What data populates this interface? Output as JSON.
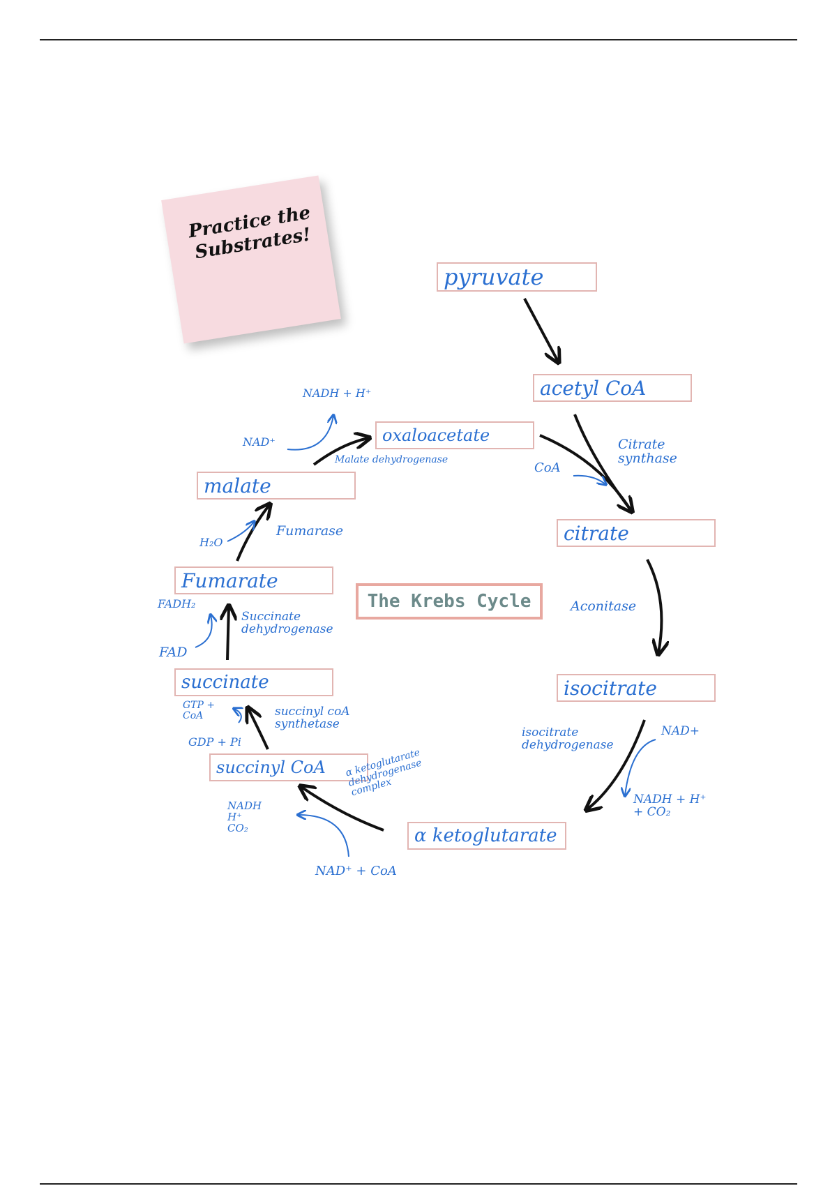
{
  "note": {
    "text": "Practice the Substrates!"
  },
  "title": "The Krebs Cycle",
  "substrates": {
    "pyruvate": "pyruvate",
    "acetyl_coa": "acetyl CoA",
    "oxaloacetate": "oxaloacetate",
    "citrate": "citrate",
    "malate": "malate",
    "fumarate": "Fumarate",
    "isocitrate": "isocitrate",
    "succinate": "succinate",
    "succinyl_coa": "succinyl CoA",
    "a_ketoglutarate": "α ketoglutarate"
  },
  "annotations": {
    "nadh_h_top": "NADH + H⁺",
    "nad_left": "NAD⁺",
    "malate_dehydrogenase": "Malate dehydrogenase",
    "citrate_synthase": "Citrate synthase",
    "coa_in": "CoA",
    "fumarase": "Fumarase",
    "h2o": "H₂O",
    "aconitase": "Aconitase",
    "fadh2": "FADH₂",
    "fad": "FAD",
    "succinate_dehydrogenase": "Succinate dehydrogenase",
    "gtp_coa": "GTP + CoA",
    "gdp_pi": "GDP + Pi",
    "succinyl_coa_synthetase": "succinyl coA synthetase",
    "isocitrate_dehydrogenase": "isocitrate dehydrogenase",
    "nad_right": "NAD+",
    "nadh_h_co2": "NADH + H⁺ + CO₂",
    "akg_dehydrogenase": "α ketoglutarate dehydrogenase complex",
    "nadh_h_co2_left": "NADH H⁺ CO₂",
    "nad_coa_bottom": "NAD⁺ + CoA"
  },
  "colors": {
    "ink": "#2a6fd1",
    "box_border": "#e2b5b2",
    "note": "#f7dbe0",
    "arrow": "#111111"
  }
}
